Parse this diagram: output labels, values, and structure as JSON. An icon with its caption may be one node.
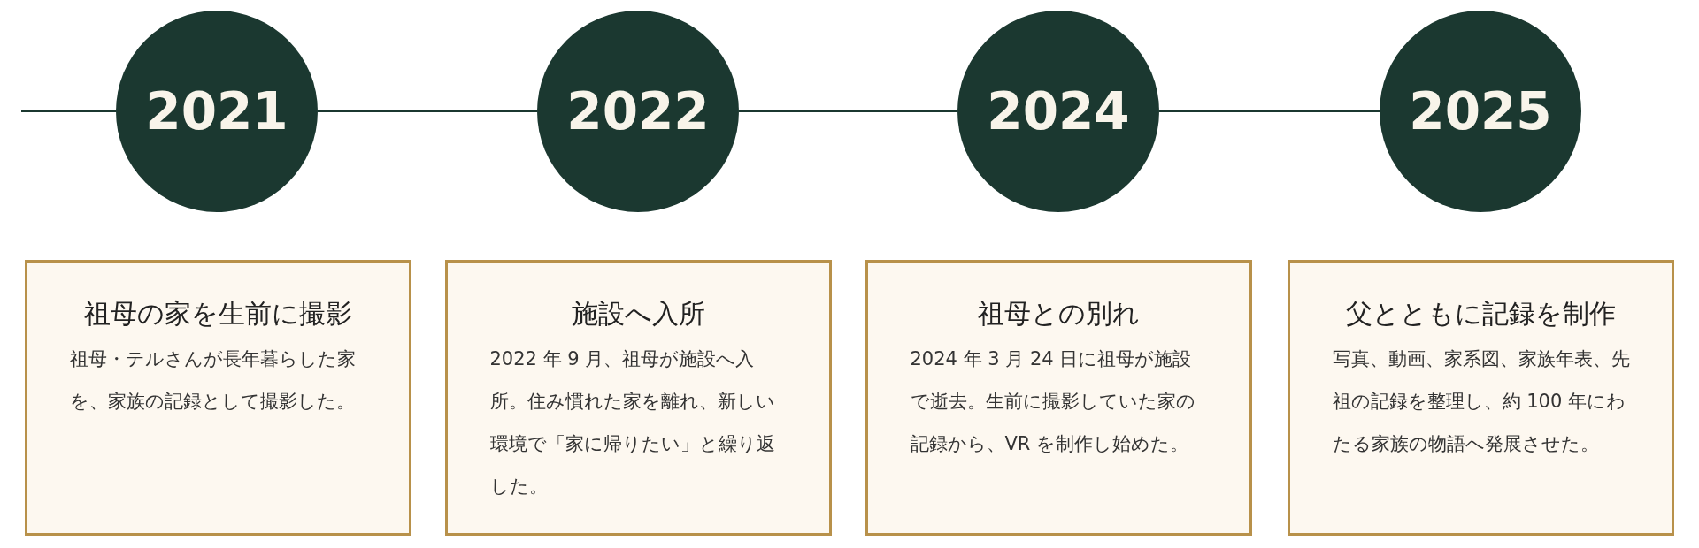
{
  "diagram": {
    "nodes": [
      {
        "text": [
          "2021"
        ]
      },
      {
        "text": [
          "2022"
        ]
      },
      {
        "text": [
          "2024"
        ]
      },
      {
        "text": [
          "2025"
        ]
      },
      {
        "text": [
          "祖母の家を生前に撮影",
          "祖母・テルさんが長年暮らした家を、家族の記録として撮影した。"
        ]
      },
      {
        "text": [
          "施設へ入所",
          "2022 年 9 月、祖母が施設へ入所。住み慣れた家を離れ、新しい環境で「家に帰りたい」と繰り返した。"
        ]
      },
      {
        "text": [
          "祖母との別れ",
          "2024 年 3 月 24 日に祖母が施設で逝去。生前に撮影していた家の記録から、VR を制作し始めた。"
        ]
      },
      {
        "text": [
          "父とともに記録を制作",
          "写真、動画、家系図、家族年表、先祖の記録を整理し、約 100 年にわたる家族の物語へ発展させた。"
        ]
      }
    ],
    "edges": [
      {
        "from": null,
        "to": 0,
        "arrow": "none"
      },
      {
        "from": 0,
        "to": 1,
        "arrow": "none"
      },
      {
        "from": 1,
        "to": 2,
        "arrow": "none"
      },
      {
        "from": 2,
        "to": 3,
        "arrow": "none"
      }
    ]
  }
}
